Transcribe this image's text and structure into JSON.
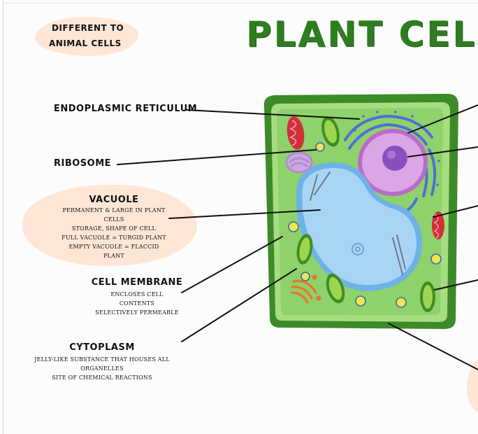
{
  "title": "PLANT CELL",
  "badge": {
    "line1": "DIFFERENT TO",
    "line2": "ANIMAL CELLS"
  },
  "labels": {
    "er": {
      "title": "ENDOPLASMIC RETICULUM"
    },
    "ribosome": {
      "title": "RIBOSOME"
    },
    "vacuole": {
      "title": "VACUOLE",
      "notes": [
        "PERMANENT & LARGE IN PLANT",
        "CELLS",
        "STORAGE, SHAPE OF CELL",
        "FULL VACUOLE = TURGID PLANT",
        "EMPTY VACUOLE = FLACCID",
        "PLANT"
      ]
    },
    "membrane": {
      "title": "CELL MEMBRANE",
      "notes": [
        "ENCLOSES CELL",
        "CONTENTS",
        "SELECTIVELY PERMEABLE"
      ]
    },
    "cytoplasm": {
      "title": "CYTOPLASM",
      "notes": [
        "JELLY-LIKE SUBSTANCE THAT HOUSES ALL",
        "ORGANELLES",
        "SITE OF CHEMICAL REACTIONS"
      ]
    }
  },
  "colors": {
    "title": "#2e7d1f",
    "cell_wall": "#3d8a2a",
    "cytoplasm": "#8fd16a",
    "vacuole": "#8fc8ef",
    "nucleus": "#c585d6",
    "chloroplast": "#5cae2e",
    "mitochondria": "#d12f3a",
    "blob": "#fde6d6"
  }
}
